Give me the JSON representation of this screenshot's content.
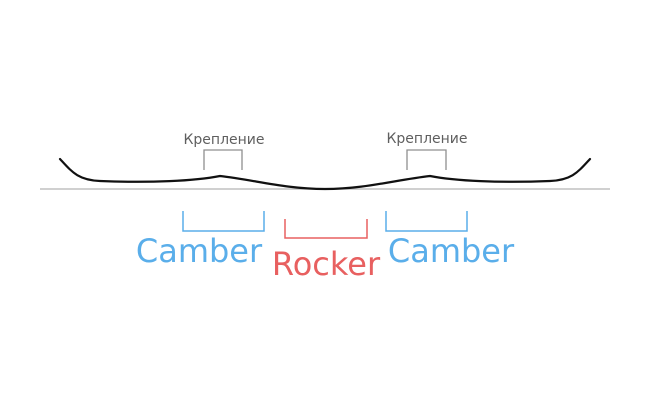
{
  "labels": {
    "binding_left": "Крепление",
    "binding_right": "Крепление",
    "camber_left": "Camber",
    "rocker": "Rocker",
    "camber_right": "Camber"
  },
  "colors": {
    "board": "#111111",
    "ground": "#b3b3b3",
    "binding": "#8f8f8f",
    "binding_text": "#5f5f5f",
    "camber": "#5aaeea",
    "rocker": "#e86060"
  }
}
